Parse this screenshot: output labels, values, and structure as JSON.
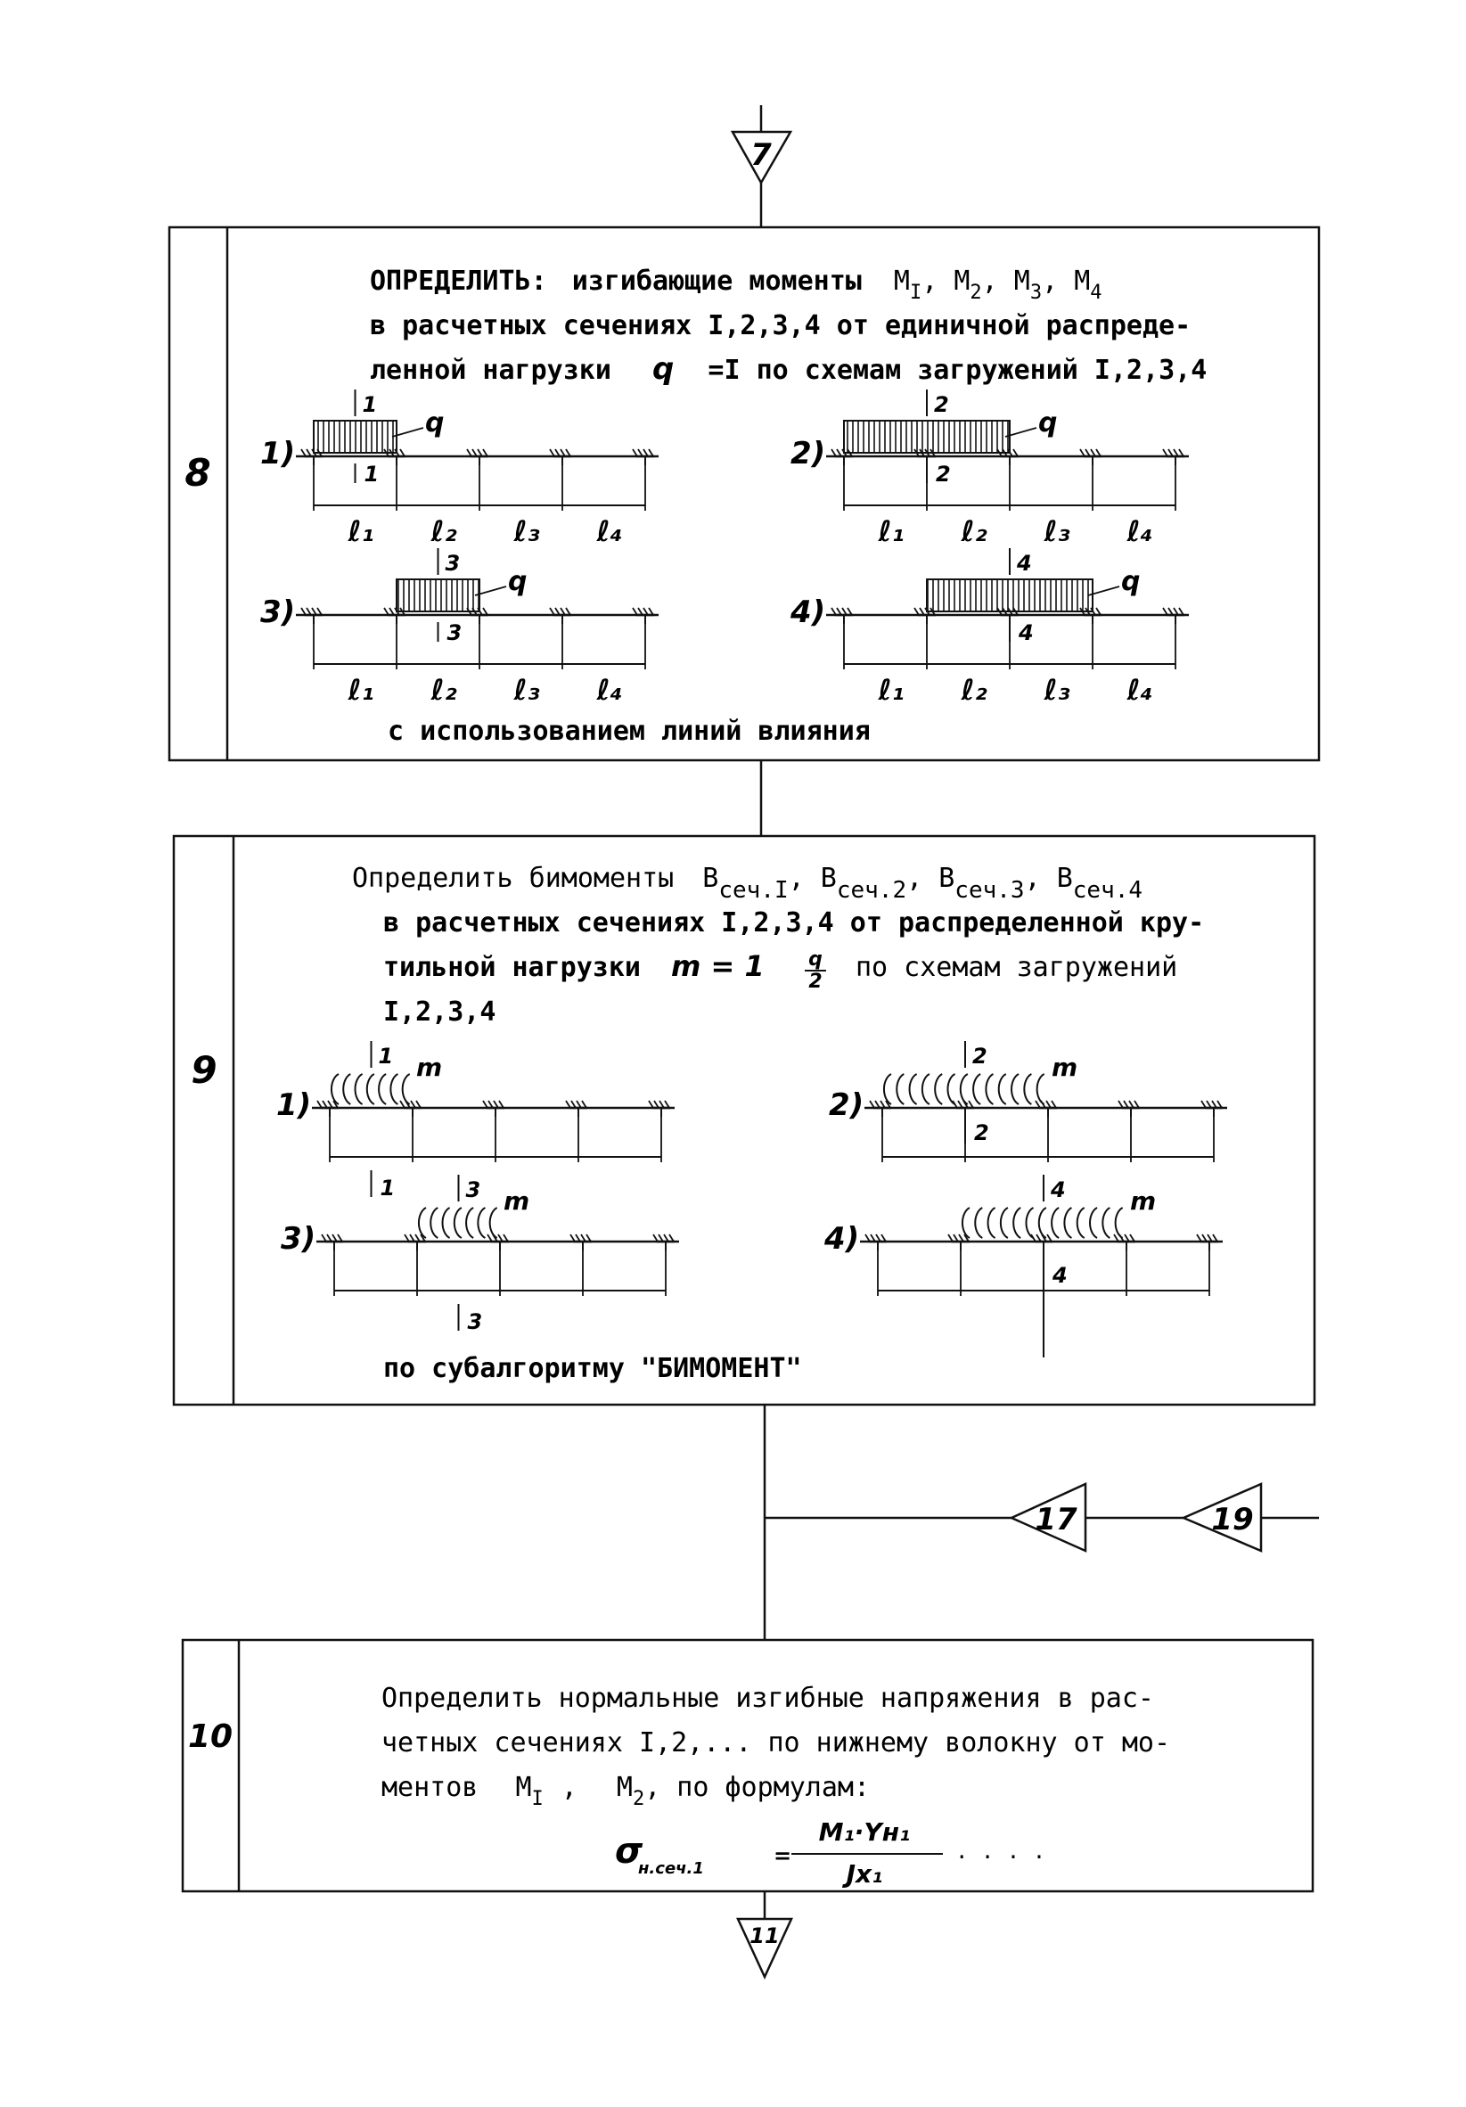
{
  "connectors": {
    "top": "7",
    "bottom": "11",
    "incoming": [
      "17",
      "19"
    ]
  },
  "block8": {
    "number": "8",
    "line1": {
      "lead": "ОПРЕДЕЛИТЬ:",
      "rest": "изгибающие моменты",
      "m1": "M",
      "m1sub": "I",
      "m2": "M",
      "m2sub": "2",
      "m3": "M",
      "m3sub": "3",
      "m4": "M",
      "m4sub": "4"
    },
    "line2": "в расчетных сечениях I,2,3,4 от единичной распреде-",
    "line3a": "ленной нагрузки",
    "line3q": "q",
    "line3b": "=I по схемам загружений I,2,3,4",
    "footer": "с использованием линий влияния",
    "scheme_labels": [
      "1)",
      "2)",
      "3)",
      "4)"
    ],
    "section_labels": [
      "1",
      "2",
      "3",
      "4"
    ],
    "load_label": "q",
    "span_labels": [
      "ℓ₁",
      "ℓ₂",
      "ℓ₃",
      "ℓ₄"
    ]
  },
  "block9": {
    "number": "9",
    "line1": {
      "text": "Определить бимоменты",
      "b": "B",
      "sub1": "сеч.I",
      "sub2": "сеч.2",
      "sub3": "сеч.3",
      "sub4": "сеч.4"
    },
    "line2": "в расчетных сечениях I,2,3,4 от распределенной кру-",
    "line3a": "тильной нагрузки",
    "line3m": "m = 1",
    "line3frac_num": "q",
    "line3frac_den": "2",
    "line3b": "по схемам загружений",
    "line4": "I,2,3,4",
    "footer": "по субалгоритму \"БИМОМЕНТ\"",
    "scheme_labels": [
      "1)",
      "2)",
      "3)",
      "4)"
    ],
    "section_labels": [
      "1",
      "2",
      "3",
      "4"
    ],
    "load_label": "m"
  },
  "block10": {
    "number": "10",
    "line1": "Определить нормальные изгибные напряжения в рас-",
    "line2": "четных сечениях I,2,... по нижнему волокну от мо-",
    "line3a": "ментов",
    "m1": "M",
    "m1sub": "I",
    "m2": "M",
    "m2sub": "2",
    "line3b": ", по формулам:",
    "formula": {
      "sigma": "σ",
      "sigma_sub": "н.сеч.1",
      "eq": "=",
      "num": "M₁·Yн₁",
      "den": "Jx₁",
      "tail": ". . . ."
    }
  }
}
